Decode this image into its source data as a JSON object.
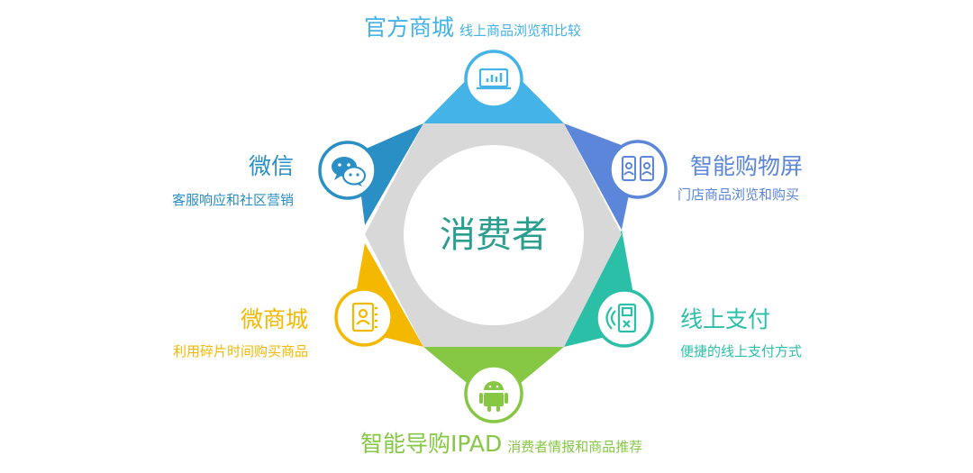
{
  "center": {
    "label": "消费者",
    "color": "#2a9e8f"
  },
  "segments": [
    {
      "id": "official-mall",
      "title": "官方商城",
      "desc": "线上商品浏览和比较",
      "color": "#43b3e8",
      "icon": "laptop-chart-icon"
    },
    {
      "id": "smart-screen",
      "title": "智能购物屏",
      "desc": "门店商品浏览和购买",
      "color": "#5b86d9",
      "icon": "touch-screens-icon"
    },
    {
      "id": "online-pay",
      "title": "线上支付",
      "desc": "便捷的线上支付方式",
      "color": "#2bbfa8",
      "icon": "mobile-pay-icon"
    },
    {
      "id": "smart-guide",
      "title": "智能导购IPAD",
      "desc": "消费者情报和商品推荐",
      "color": "#86c743",
      "icon": "android-icon"
    },
    {
      "id": "micro-mall",
      "title": "微商城",
      "desc": "利用碎片时间购买商品",
      "color": "#f5b800",
      "icon": "contact-book-icon"
    },
    {
      "id": "wechat",
      "title": "微信",
      "desc": "客服响应和社区营销",
      "color": "#2a8fc4",
      "icon": "wechat-icon"
    }
  ]
}
